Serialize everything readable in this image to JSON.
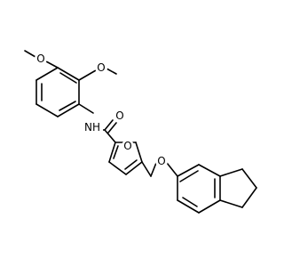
{
  "structure": {
    "atom_labels": {
      "methoxy_top_o": "O",
      "methoxy_side_o": "O",
      "amide_o": "O",
      "amide_nh": "NH",
      "furan_o": "O",
      "ether_o": "O"
    },
    "colors": {
      "background": "#ffffff",
      "bond": "#000000",
      "label": "#000000"
    }
  }
}
